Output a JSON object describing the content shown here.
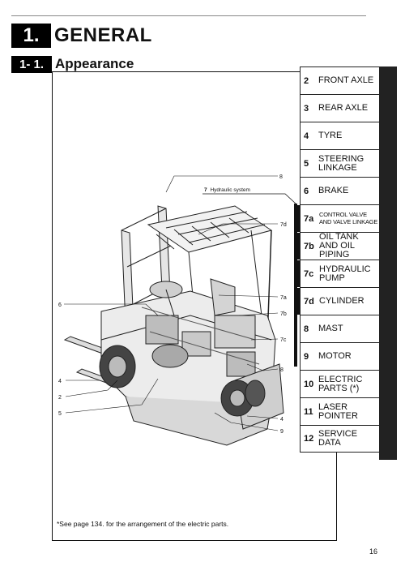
{
  "chapter": {
    "number": "1.",
    "title": "GENERAL"
  },
  "section": {
    "number": "1- 1.",
    "title": "Appearance"
  },
  "sections": [
    {
      "num": "2",
      "label": "FRONT AXLE"
    },
    {
      "num": "3",
      "label": "REAR AXLE"
    },
    {
      "num": "4",
      "label": "TYRE"
    },
    {
      "num": "5",
      "label": "STEERING LINKAGE"
    },
    {
      "num": "6",
      "label": "BRAKE"
    },
    {
      "num": "7a",
      "label": "CONTROL VALVE AND VALVE LINKAGE"
    },
    {
      "num": "7b",
      "label": "OIL TANK AND OIL PIPING"
    },
    {
      "num": "7c",
      "label": "HYDRAULIC PUMP"
    },
    {
      "num": "7d",
      "label": "CYLINDER"
    },
    {
      "num": "8",
      "label": "MAST"
    },
    {
      "num": "9",
      "label": "MOTOR"
    },
    {
      "num": "10",
      "label": "ELECTRIC PARTS (*)"
    },
    {
      "num": "11",
      "label": "LASER POINTER"
    },
    {
      "num": "12",
      "label": "SERVICE DATA"
    }
  ],
  "figure": {
    "system_label_num": "7",
    "system_label": "Hydraulic system",
    "callouts": {
      "c8_top": "8",
      "c7d": "7d",
      "c7a": "7a",
      "c7b": "7b",
      "c7c": "7c",
      "c6": "6",
      "c8_right": "8",
      "c4_left": "4",
      "c2": "2",
      "c5": "5",
      "c4_right": "4",
      "c9": "9"
    }
  },
  "footnote": "*See page 134. for the arrangement of the electric parts.",
  "page_number": "16"
}
